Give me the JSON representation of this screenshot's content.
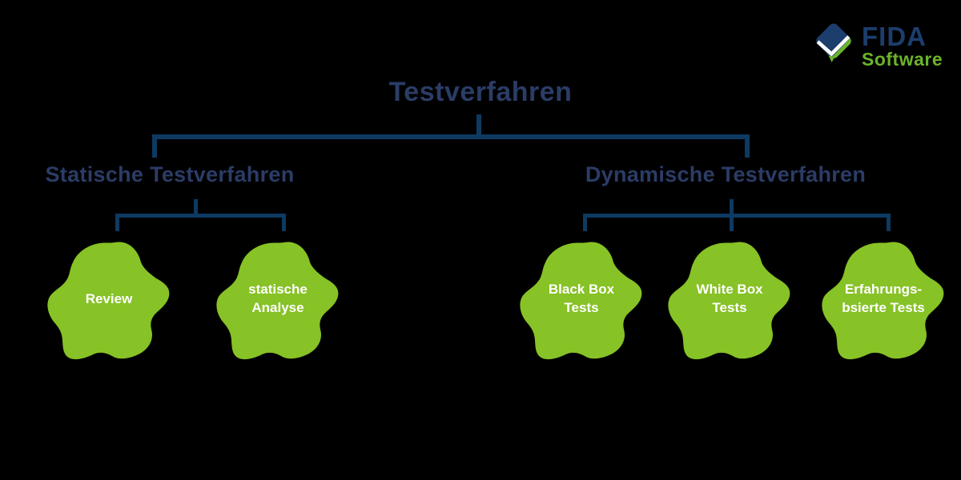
{
  "colors": {
    "background": "#000000",
    "title_navy": "#2b3c66",
    "line_navy": "#0d3a61",
    "blob_green": "#87c226",
    "blob_text_white": "#ffffff",
    "logo_navy": "#1c3e6d",
    "logo_green": "#6cb32b"
  },
  "logo": {
    "brand": "FIDA",
    "subtitle": "Software",
    "icon": "check-diamond-icon"
  },
  "diagram": {
    "title": "Testverfahren",
    "branches": [
      {
        "label": "Statische Testverfahren",
        "node_indexes": [
          0,
          1
        ]
      },
      {
        "label": "Dynamische Testverfahren",
        "node_indexes": [
          2,
          3,
          4
        ]
      }
    ],
    "nodes": [
      {
        "line1": "Review",
        "line2": ""
      },
      {
        "line1": "statische",
        "line2": "Analyse"
      },
      {
        "line1": "Black Box",
        "line2": "Tests"
      },
      {
        "line1": "White Box",
        "line2": "Tests"
      },
      {
        "line1": "Erfahrungs-",
        "line2": "bsierte Tests"
      }
    ]
  }
}
